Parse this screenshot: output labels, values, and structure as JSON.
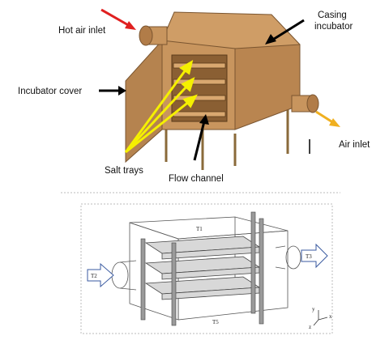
{
  "top_diagram": {
    "labels": {
      "hot_air_inlet": "Hot air inlet",
      "casing_line1": "Casing",
      "casing_line2": "incubator",
      "incubator_cover": "Incubator cover",
      "air_inlet": "Air inlet",
      "salt_trays": "Salt trays",
      "flow_channel": "Flow channel"
    },
    "colors": {
      "casing": "#c8955e",
      "casing_dark": "#a87a45",
      "arrow_red": "#e02020",
      "arrow_yellow": "#f5f000",
      "arrow_orange": "#f0b020",
      "arrow_black": "#000000"
    }
  },
  "bottom_diagram": {
    "labels": {
      "t1": "T1",
      "t2": "T2",
      "t3": "T3",
      "t5": "T5",
      "axis_y": "y",
      "axis_x": "x",
      "axis_z": "z"
    },
    "colors": {
      "outline": "#555555",
      "tray": "#d8d8d8",
      "arrow_blue": "#3a5aa0"
    }
  }
}
